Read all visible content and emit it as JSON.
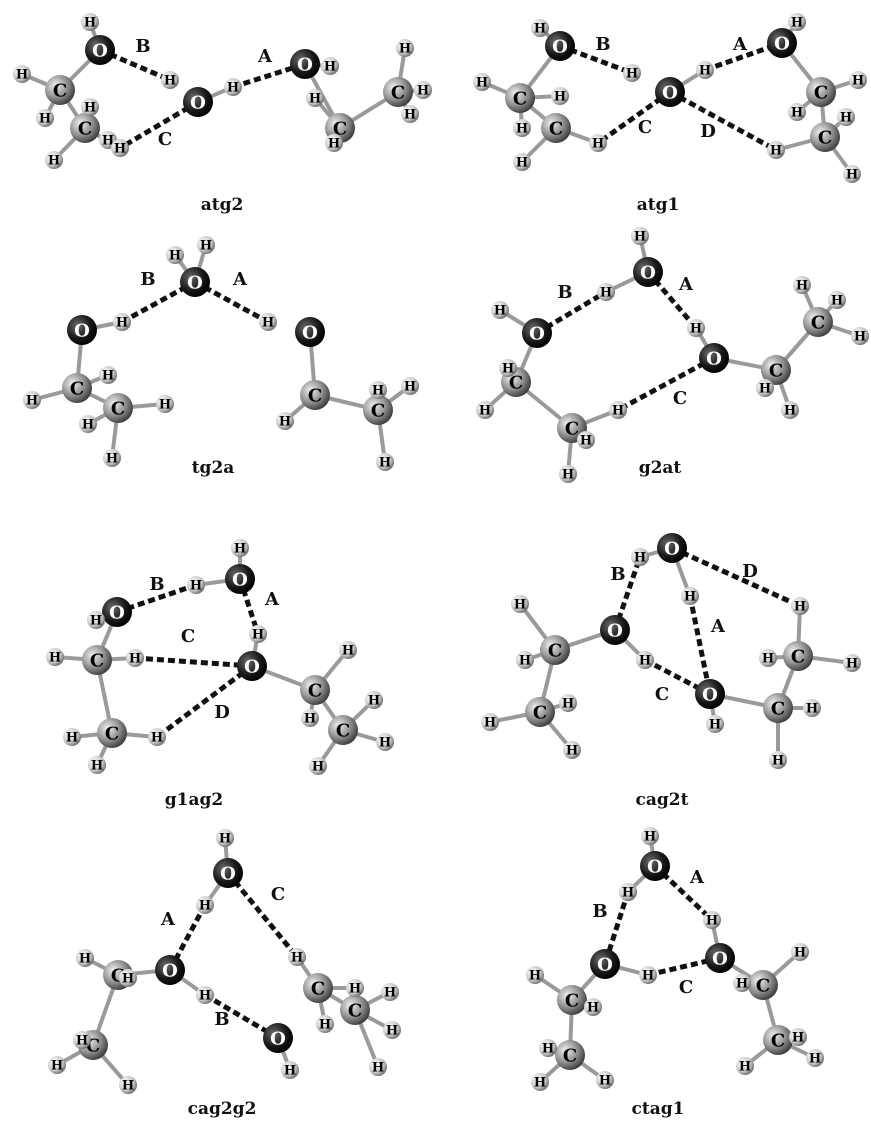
{
  "panels": [
    {
      "caption": "atg2",
      "atoms": [
        {
          "id": "O1",
          "el": "O"
        },
        {
          "id": "H1a",
          "el": "H"
        },
        {
          "id": "C1",
          "el": "C"
        },
        {
          "id": "C2",
          "el": "C"
        },
        {
          "id": "H2",
          "el": "H"
        },
        {
          "id": "H3",
          "el": "H"
        },
        {
          "id": "H4",
          "el": "H"
        },
        {
          "id": "H5",
          "el": "H"
        },
        {
          "id": "H6",
          "el": "H"
        },
        {
          "id": "Hb",
          "el": "H"
        },
        {
          "id": "Hc",
          "el": "H"
        },
        {
          "id": "Ow",
          "el": "O"
        },
        {
          "id": "Hw",
          "el": "H"
        },
        {
          "id": "O2",
          "el": "O"
        },
        {
          "id": "H2o",
          "el": "H"
        },
        {
          "id": "C3",
          "el": "C"
        },
        {
          "id": "C4",
          "el": "C"
        },
        {
          "id": "H7",
          "el": "H"
        },
        {
          "id": "H8",
          "el": "H"
        },
        {
          "id": "H9",
          "el": "H"
        },
        {
          "id": "H10",
          "el": "H"
        },
        {
          "id": "H11",
          "el": "H"
        }
      ],
      "hbonds": [
        {
          "label": "B"
        },
        {
          "label": "A"
        },
        {
          "label": "C"
        }
      ]
    },
    {
      "caption": "atg1",
      "hbonds": [
        {
          "label": "B"
        },
        {
          "label": "A"
        },
        {
          "label": "C"
        },
        {
          "label": "D"
        }
      ]
    },
    {
      "caption": "tg2a",
      "hbonds": [
        {
          "label": "B"
        },
        {
          "label": "A"
        }
      ]
    },
    {
      "caption": "g2at",
      "hbonds": [
        {
          "label": "B"
        },
        {
          "label": "A"
        },
        {
          "label": "C"
        }
      ]
    },
    {
      "caption": "g1ag2",
      "hbonds": [
        {
          "label": "B"
        },
        {
          "label": "A"
        },
        {
          "label": "C"
        },
        {
          "label": "D"
        }
      ]
    },
    {
      "caption": "cag2t",
      "hbonds": [
        {
          "label": "B"
        },
        {
          "label": "D"
        },
        {
          "label": "A"
        },
        {
          "label": "C"
        }
      ]
    },
    {
      "caption": "cag2g2",
      "hbonds": [
        {
          "label": "A"
        },
        {
          "label": "C"
        },
        {
          "label": "B"
        }
      ]
    },
    {
      "caption": "ctag1",
      "hbonds": [
        {
          "label": "A"
        },
        {
          "label": "B"
        },
        {
          "label": "C"
        }
      ]
    }
  ],
  "colors": {
    "oxygen": "#1a1a1a",
    "carbon": "#8a8a8a",
    "hydrogen": "#d0d0d0",
    "hbond": "#111111",
    "bond": "#9a9a9a"
  }
}
